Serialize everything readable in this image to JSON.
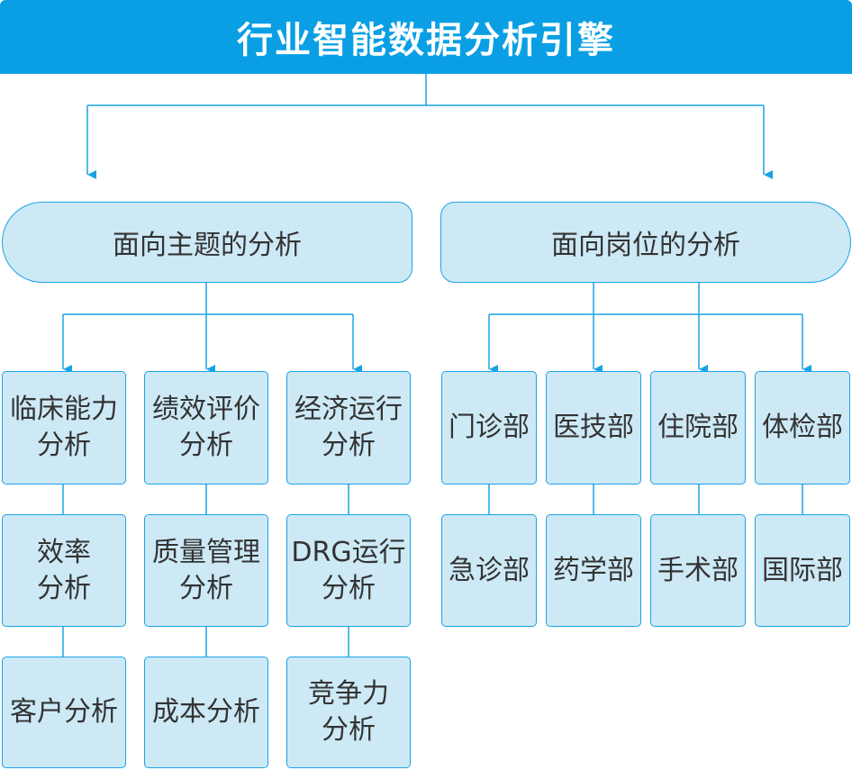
{
  "title": "行业智能数据分析引擎",
  "colors": {
    "accent": "#0a9fe4",
    "box_fill": "#cde9f6",
    "box_border": "#1aa3e4",
    "text": "#333333"
  },
  "branches": [
    {
      "label": "面向主题的分析",
      "columns": [
        [
          [
            "临床能力",
            "分析"
          ],
          [
            "效率",
            "分析"
          ],
          [
            "客户分析"
          ]
        ],
        [
          [
            "绩效评价",
            "分析"
          ],
          [
            "质量管理",
            "分析"
          ],
          [
            "成本分析"
          ]
        ],
        [
          [
            "经济运行",
            "分析"
          ],
          [
            "DRG运行",
            "分析"
          ],
          [
            "竞争力",
            "分析"
          ]
        ]
      ]
    },
    {
      "label": "面向岗位的分析",
      "columns": [
        [
          [
            "门诊部"
          ],
          [
            "急诊部"
          ]
        ],
        [
          [
            "医技部"
          ],
          [
            "药学部"
          ]
        ],
        [
          [
            "住院部"
          ],
          [
            "手术部"
          ]
        ],
        [
          [
            "体检部"
          ],
          [
            "国际部"
          ]
        ]
      ]
    }
  ]
}
